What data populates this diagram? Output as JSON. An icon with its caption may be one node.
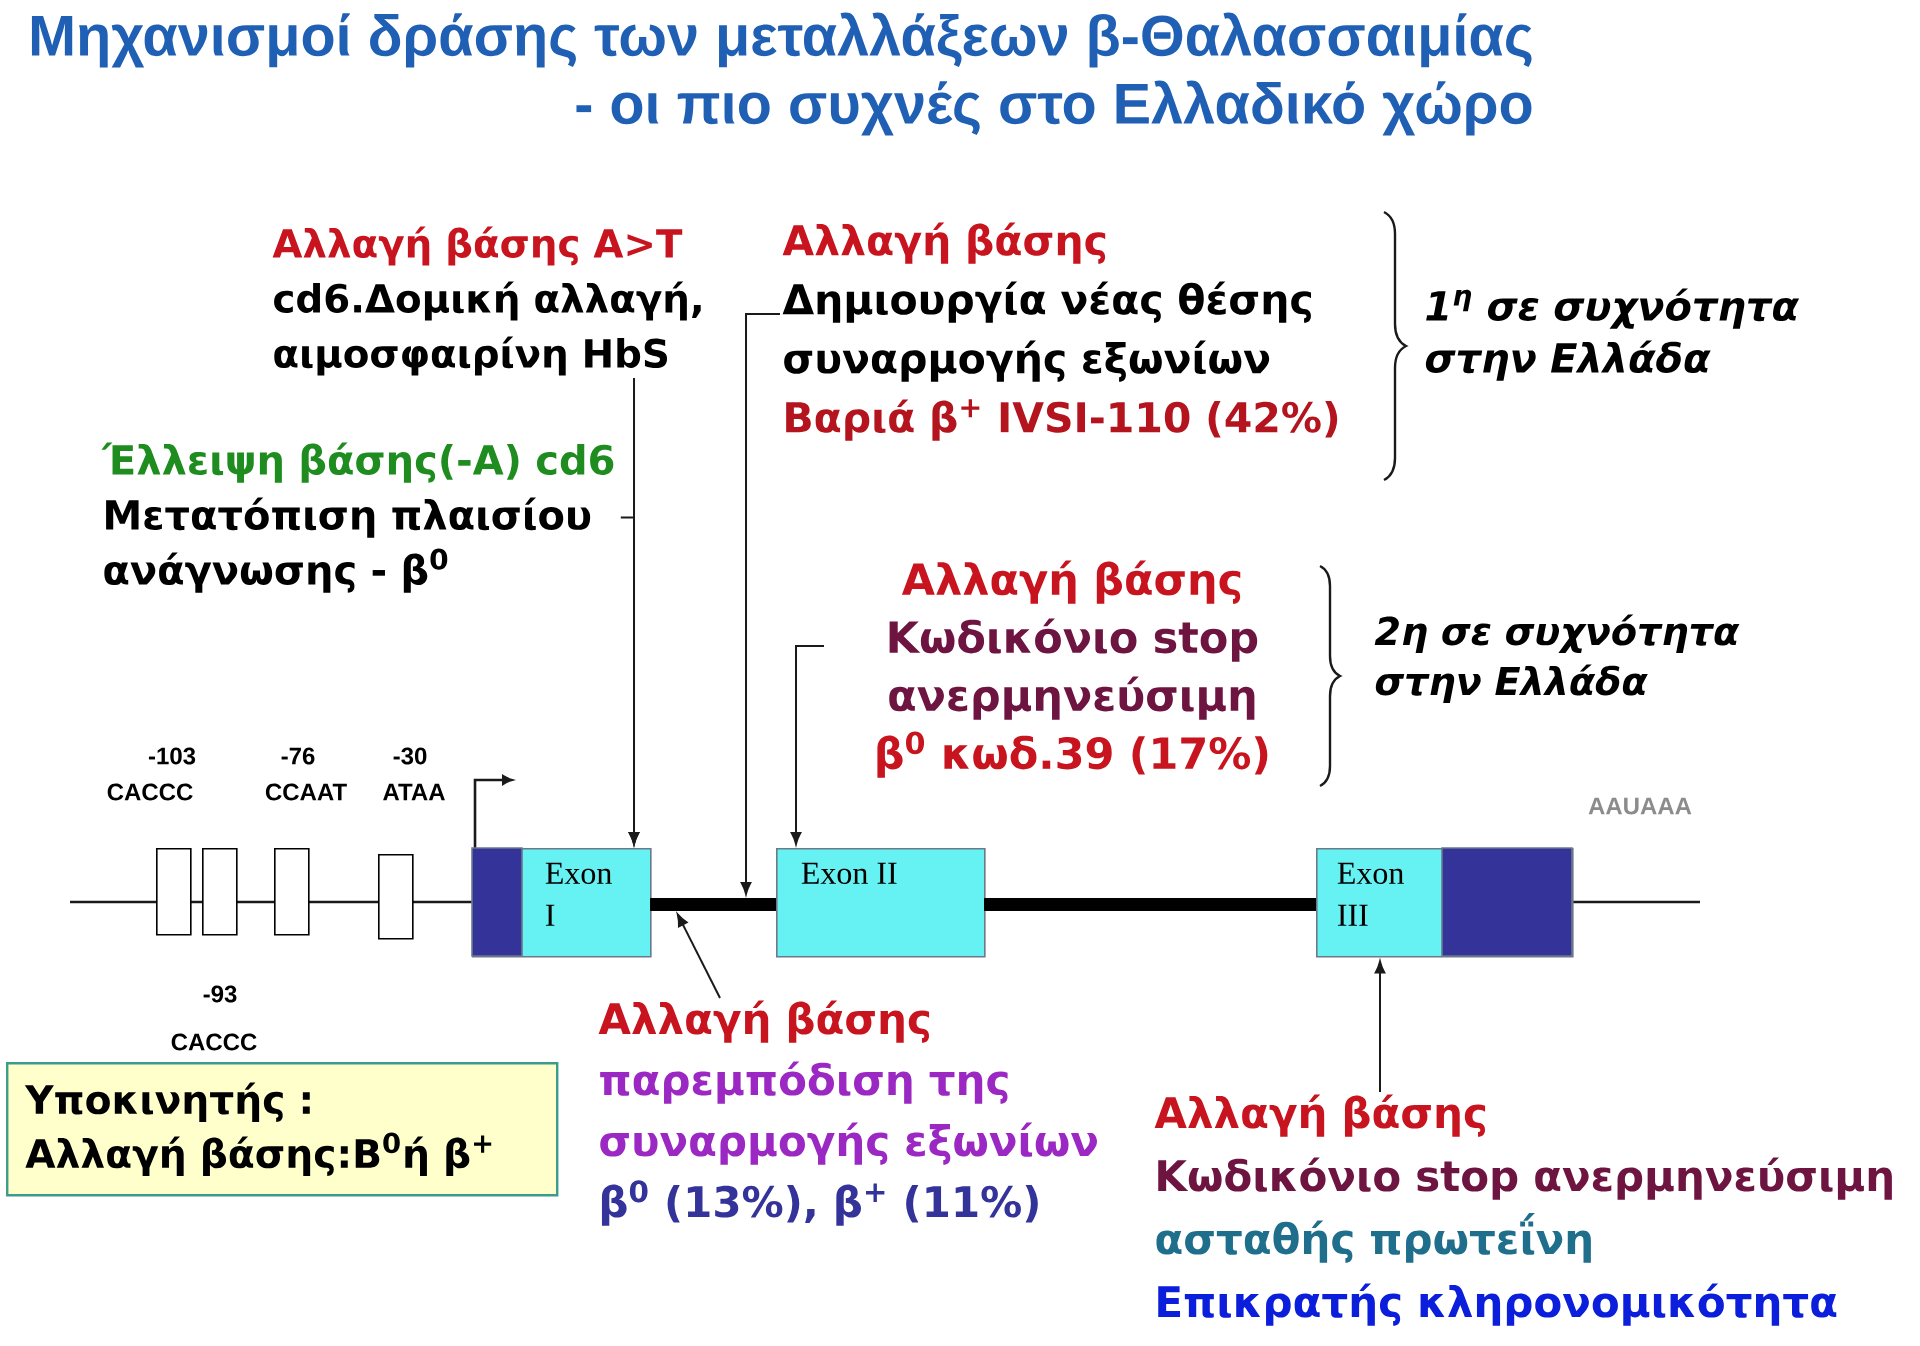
{
  "diagram": {
    "title": "Μηχανισμοί δράσης των μεταλλάξεων β-Θαλασσαιμίας - οι πιο συχνές στο Ελλαδικό χώρο",
    "nodes": [
      {
        "text": [
          "Αλλαγή βάσης A>T",
          "cd6.Δομική αλλαγή, αιμοσφαιρίνη HbS"
        ]
      },
      {
        "text": [
          "Έλλειψη βάσης(-A) cd6",
          "Μετατόπιση πλαισίου ανάγνωσης - β$^{0}$"
        ]
      },
      {
        "text": [
          "Αλλαγή βάσης",
          "Δημιουργία νέας θέσης συναρμογής εξωνίων",
          "Βαριά β$^{+}$ IVSI-110 (42%)"
        ],
        "beside": [
          "1$^{η}$ σε συχνότητα στην Ελλάδα"
        ]
      },
      {
        "text": [
          "Αλλαγή βάσης",
          "Κωδικόνιο stop ανερμηνεύσιμη",
          "β$^{0}$ κωδ.39 (17%)"
        ],
        "beside": [
          "2η σε συχνότητα στην Ελλάδα"
        ]
      },
      {
        "text": [],
        "shape": "box",
        "beside": [
          "-103",
          "CACCC"
        ]
      },
      {
        "text": [],
        "shape": "box"
      },
      {
        "text": [],
        "shape": "box",
        "beside": [
          "-76",
          "CCAAT"
        ]
      },
      {
        "text": [],
        "shape": "box",
        "beside": [
          "-30",
          "ATAA"
        ]
      },
      {
        "text": [
          "Exon I"
        ]
      },
      {
        "text": [],
        "shape": "bar"
      },
      {
        "text": [
          "Exon II"
        ]
      },
      {
        "text": [],
        "shape": "bar"
      },
      {
        "text": [
          "Exon III"
        ]
      },
      {
        "text": [
          "Υποκινητής :",
          "Αλλαγή βάσης:Β$^{0}$ή β$^{+}$"
        ]
      },
      {
        "text": [
          "Αλλαγή βάσης",
          "παρεμπόδιση της συναρμογής εξωνίων",
          "β$^{0}$ (13%), β$^{+}$ (11%)"
        ]
      },
      {
        "text": [
          "Αλλαγή βάσης",
          "Κωδικόνιο stop ανερμηνεύσιμη",
          "ασταθής πρωτεΐνη",
          "Επικρατής κληρονομικότητα"
        ]
      }
    ],
    "edges": [
      {
        "from": 0,
        "to": 8,
        "arrow": "to"
      },
      {
        "from": 1,
        "to": 8,
        "arrow": "to"
      },
      {
        "from": 2,
        "to": 9,
        "arrow": "to"
      },
      {
        "from": 3,
        "to": 10,
        "arrow": "to"
      },
      {
        "from": 14,
        "to": 9,
        "arrow": "to"
      },
      {
        "from": 15,
        "to": 12,
        "arrow": "to"
      }
    ],
    "labels": [
      "AAUAAA",
      "-93",
      "CACCC"
    ]
  }
}
